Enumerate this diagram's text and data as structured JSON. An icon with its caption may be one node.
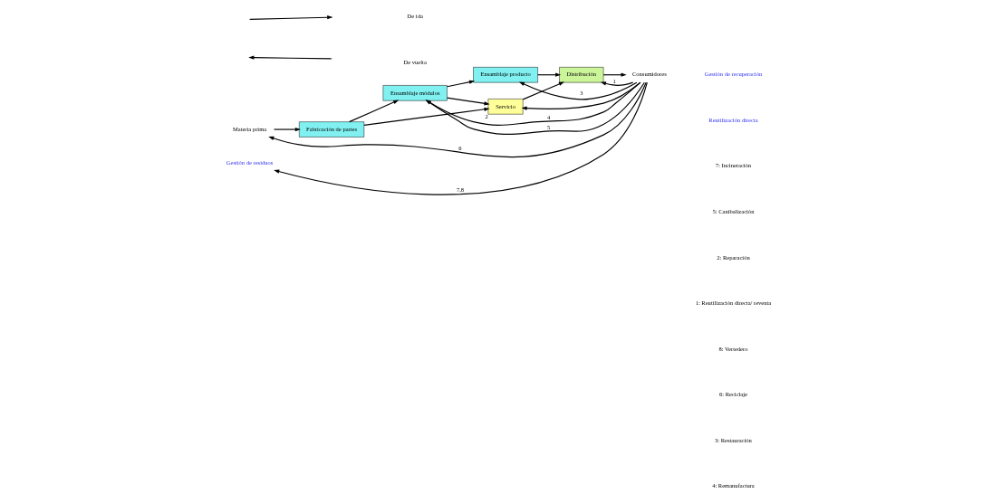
{
  "diagram": {
    "nodes": [
      {
        "text": [
          "Materia prima"
        ]
      },
      {
        "text": [
          "Fabricación de partes"
        ]
      },
      {
        "text": [
          "Ensamblaje módulos"
        ]
      },
      {
        "text": [
          "Ensamblaje producto"
        ]
      },
      {
        "text": [
          "Distribución"
        ]
      },
      {
        "text": [
          "Consumidores"
        ]
      },
      {
        "text": [
          "Servicio"
        ],
        "beside": [
          "2"
        ]
      },
      {
        "text": [
          "Gestión de residuos"
        ]
      }
    ],
    "edges": [
      {
        "from": 0,
        "to": 1,
        "arrow": "to"
      },
      {
        "from": 1,
        "to": 2,
        "arrow": "to"
      },
      {
        "from": 2,
        "to": 3,
        "arrow": "to"
      },
      {
        "from": 3,
        "to": 4,
        "arrow": "to"
      },
      {
        "from": 4,
        "to": 5,
        "arrow": "to"
      },
      {
        "from": 1,
        "to": 6,
        "arrow": "to"
      },
      {
        "from": 2,
        "to": 6,
        "arrow": "to"
      },
      {
        "from": 5,
        "to": 6,
        "arrow": "to"
      },
      {
        "from": 6,
        "to": 4,
        "arrow": "to"
      },
      {
        "from": 5,
        "to": 4,
        "arrow": "to",
        "label": "1"
      },
      {
        "from": 5,
        "to": 3,
        "arrow": "to",
        "label": "3"
      },
      {
        "from": 5,
        "to": 2,
        "arrow": "to",
        "label": "4"
      },
      {
        "from": 5,
        "to": 2,
        "arrow": "to",
        "label": "5"
      },
      {
        "from": 5,
        "to": 0,
        "arrow": "to",
        "label": "6"
      },
      {
        "from": 5,
        "to": 7,
        "arrow": "to",
        "label": "7,8"
      }
    ],
    "labels": [
      "Gestión de recuperación",
      "Reutilización directa",
      "7: Incineración",
      "5: Canibalización",
      "2: Reparación",
      "1: Reutilización directa/ reventa",
      "8: Vertedero",
      "6: Reciclaje",
      "3: Restauración",
      "4: Remanufactura"
    ],
    "legend": [
      {
        "text": "De ida"
      },
      {
        "text": "De vuelta"
      }
    ]
  }
}
